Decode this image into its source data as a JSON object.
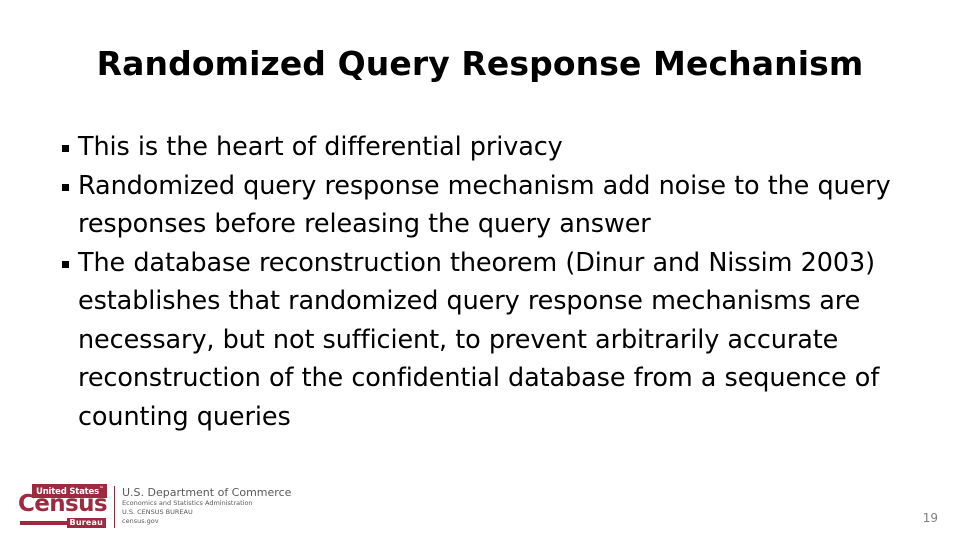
{
  "slide": {
    "title": "Randomized Query Response Mechanism",
    "page_number": "19",
    "bullet_glyph": "square-bullet",
    "bullets": [
      {
        "text": "This is the heart of differential privacy"
      },
      {
        "text": "Randomized query response mechanism add noise to the query responses before releasing the query answer"
      },
      {
        "text": "The database reconstruction theorem (Dinur and Nissim 2003) establishes that randomized query response mechanisms are necessary, but not sufficient, to prevent arbitrarily accurate reconstruction of the confidential database from a sequence of counting queries"
      }
    ]
  },
  "footer": {
    "logo": {
      "united_states": "United States",
      "trademark": "™",
      "census": "Census",
      "bureau": "Bureau",
      "department": "U.S. Department of Commerce",
      "administration": "Economics and Statistics Administration",
      "bureau_caps": "U.S. CENSUS BUREAU",
      "website": "census.gov",
      "brand_color": "#9e2a3f"
    }
  }
}
